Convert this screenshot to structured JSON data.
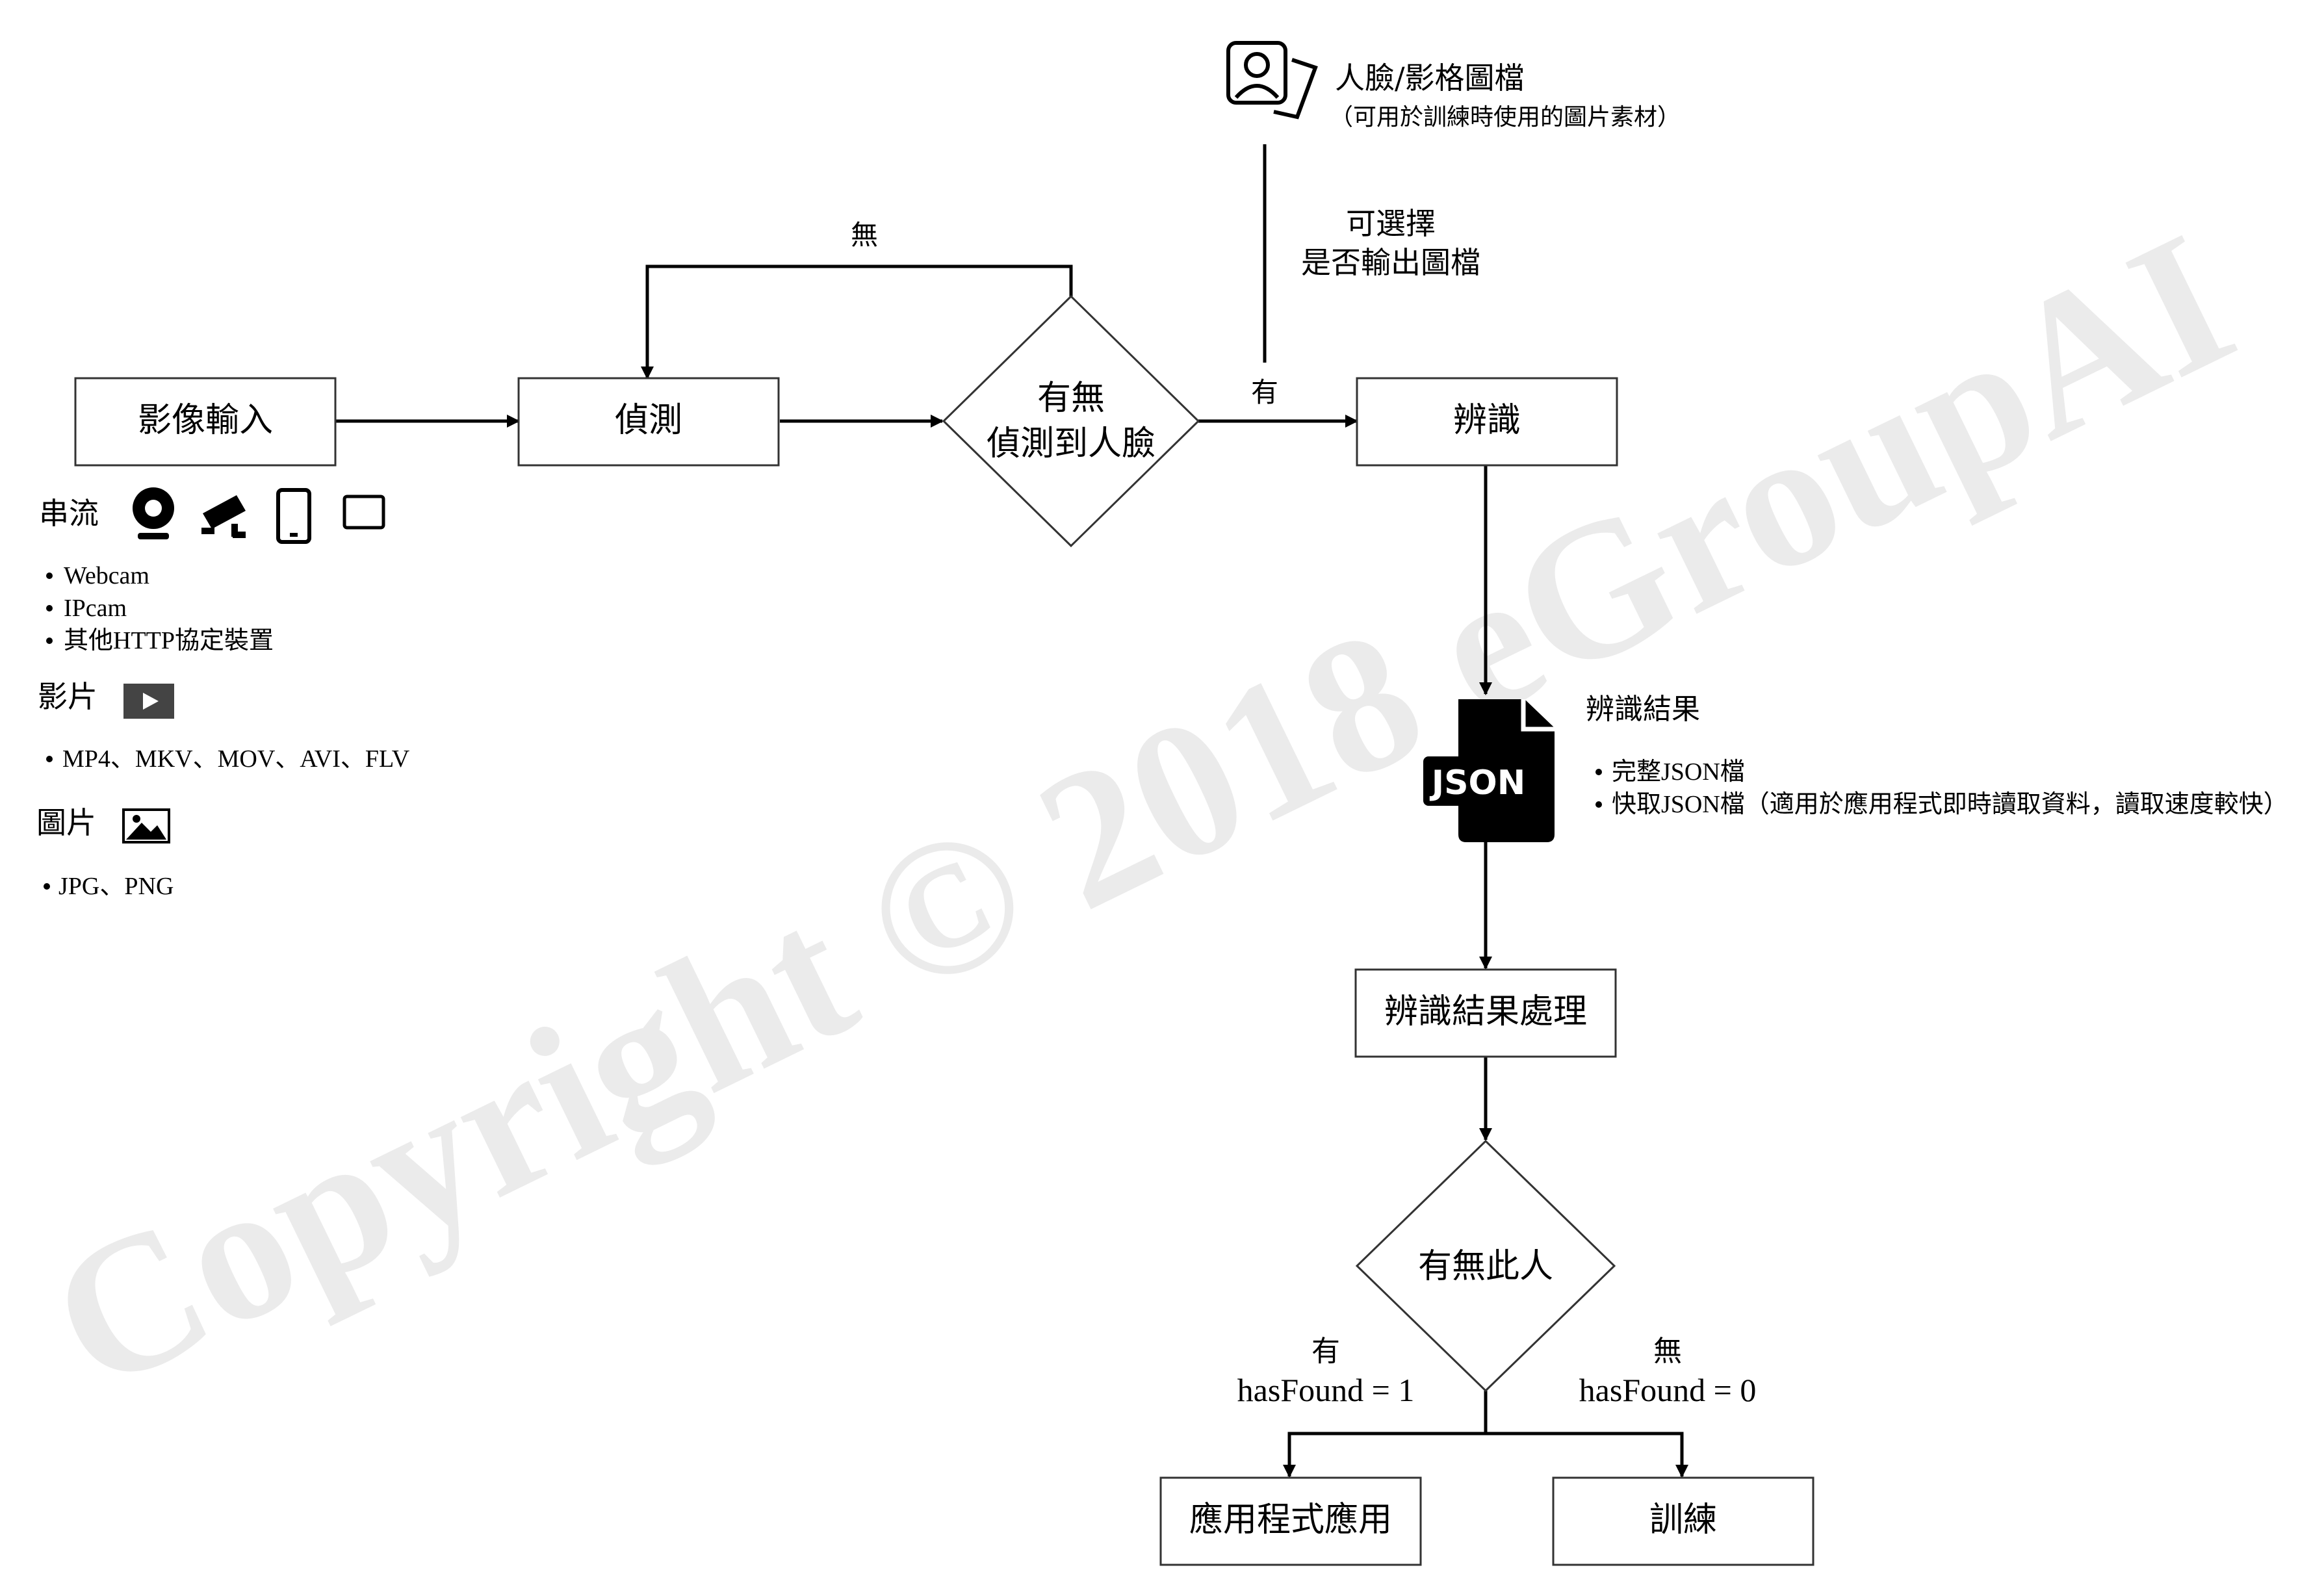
{
  "watermark": "Copyright © 2018 eGroupAI",
  "nodes": {
    "input": "影像輸入",
    "detect": "偵測",
    "decision_face_line1": "有無",
    "decision_face_line2": "偵測到人臉",
    "recognize": "辨識",
    "result_process": "辨識結果處理",
    "decision_person": "有無此人",
    "app": "應用程式應用",
    "train": "訓練"
  },
  "edge_labels": {
    "no": "無",
    "yes": "有",
    "optional_line1": "可選擇",
    "optional_line2": "是否輸出圖檔",
    "found_yes": "有",
    "found_yes_value": "hasFound = 1",
    "found_no": "無",
    "found_no_value": "hasFound = 0"
  },
  "face_output": {
    "icon": "face-portrait-icon",
    "title": "人臉/影格圖檔",
    "subtitle": "（可用於訓練時使用的圖片素材）"
  },
  "result": {
    "icon": "json-file-icon",
    "icon_text": "JSON",
    "title": "辨識結果",
    "items": [
      "完整JSON檔",
      "快取JSON檔（適用於應用程式即時讀取資料，讀取速度較快）"
    ]
  },
  "sources": {
    "stream": {
      "label": "串流",
      "icons": [
        "webcam-icon",
        "ip-camera-icon",
        "phone-icon",
        "tablet-icon"
      ],
      "items": [
        "Webcam",
        "IPcam",
        "其他HTTP協定裝置"
      ]
    },
    "video": {
      "label": "影片",
      "icons": [
        "play-icon"
      ],
      "items": [
        "MP4、MKV、MOV、AVI、FLV"
      ]
    },
    "image": {
      "label": "圖片",
      "icons": [
        "image-icon"
      ],
      "items": [
        "JPG、PNG"
      ]
    }
  }
}
